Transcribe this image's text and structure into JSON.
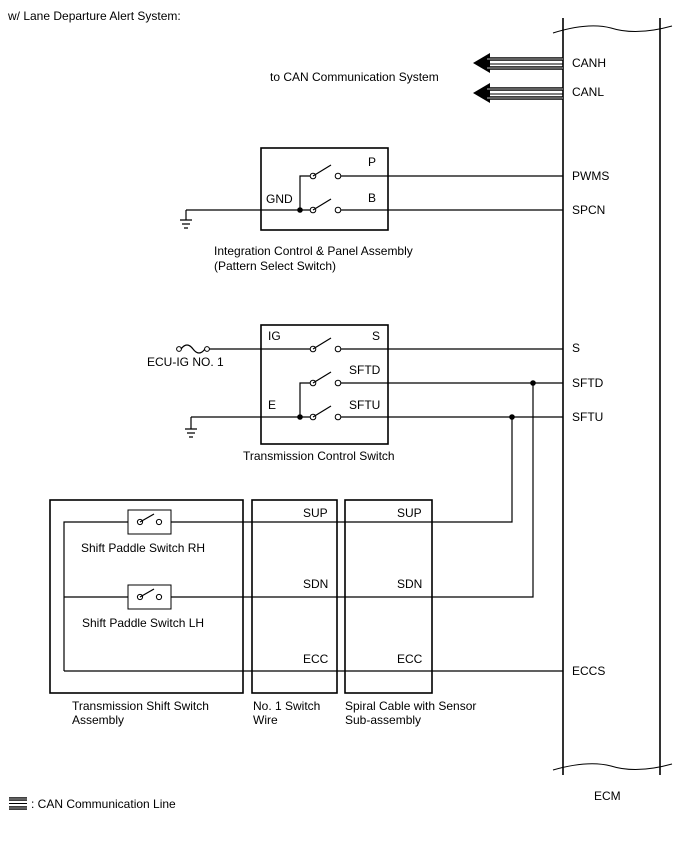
{
  "header": "w/ Lane Departure Alert System:",
  "can": {
    "label": "to CAN Communication System",
    "pins": [
      "CANH",
      "CANL"
    ]
  },
  "ecm": {
    "name": "ECM",
    "pins": [
      "PWMS",
      "SPCN",
      "S",
      "SFTD",
      "SFTU",
      "ECCS"
    ]
  },
  "pattern_switch": {
    "name_line1": "Integration Control & Panel Assembly",
    "name_line2": "(Pattern Select Switch)",
    "terminals": [
      "P",
      "B",
      "GND"
    ]
  },
  "transmission_control_switch": {
    "name": "Transmission Control Switch",
    "terminals": [
      "IG",
      "S",
      "SFTD",
      "SFTU",
      "E"
    ],
    "power_source": "ECU-IG NO. 1"
  },
  "shift_switch_assembly": {
    "name_line1": "Transmission Shift Switch",
    "name_line2": "Assembly",
    "switch_rh": "Shift Paddle Switch RH",
    "switch_lh": "Shift Paddle Switch LH"
  },
  "switch_wire": {
    "name_line1": "No. 1 Switch",
    "name_line2": "Wire",
    "terminals": [
      "SUP",
      "SDN",
      "ECC"
    ]
  },
  "spiral_cable": {
    "name_line1": "Spiral Cable with Sensor",
    "name_line2": "Sub-assembly",
    "terminals": [
      "SUP",
      "SDN",
      "ECC"
    ]
  },
  "legend": {
    "label": ": CAN Communication Line"
  }
}
